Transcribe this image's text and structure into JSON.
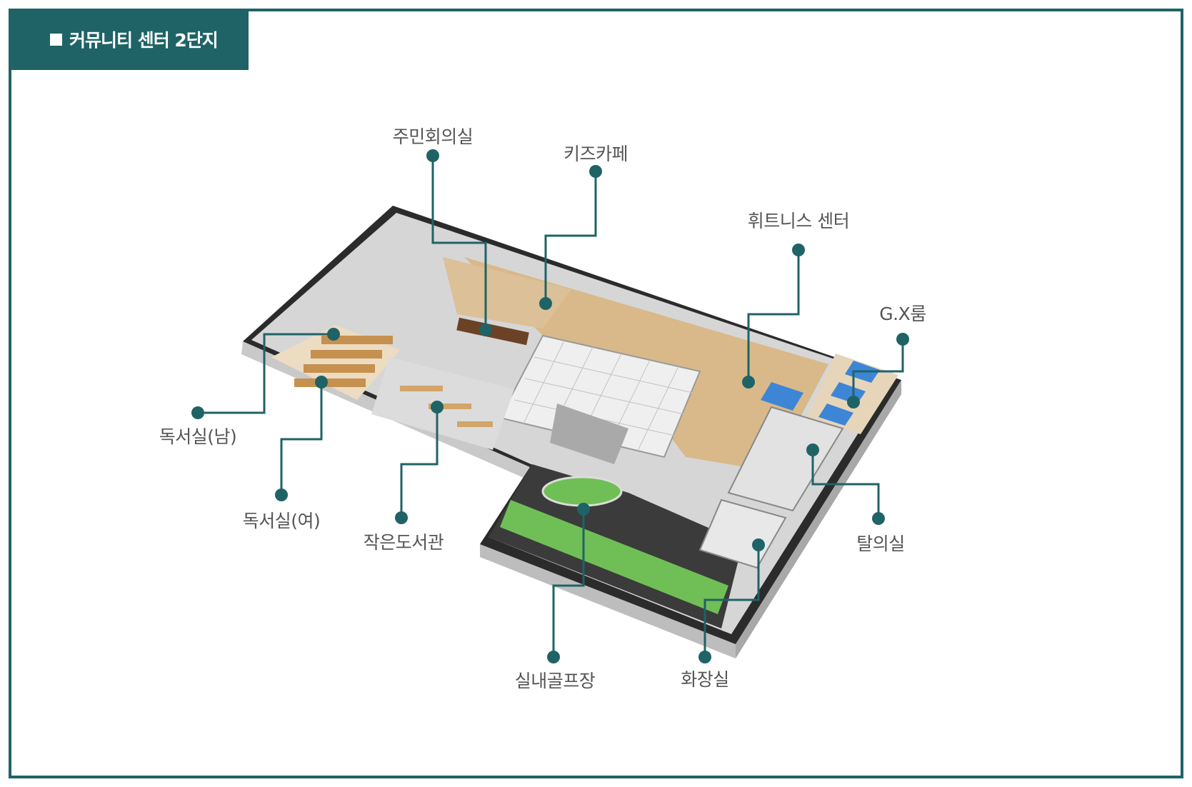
{
  "header": {
    "title": "커뮤니티 센터 2단지"
  },
  "colors": {
    "accent": "#1f6366",
    "label_text": "#555555",
    "floor_wood": "#d9b98a",
    "floor_tile": "#d7d7d7",
    "gym_mat": "#3d86d6",
    "golf_green": "#6fbf56"
  },
  "labels": {
    "meeting_room": "주민회의실",
    "kids_cafe": "키즈카페",
    "fitness_center": "휘트니스 센터",
    "gx_room": "G.X룸",
    "reading_room_m": "독서실(남)",
    "reading_room_f": "독서실(여)",
    "small_library": "작은도서관",
    "locker_room": "탈의실",
    "indoor_golf": "실내골프장",
    "restroom": "화장실"
  }
}
